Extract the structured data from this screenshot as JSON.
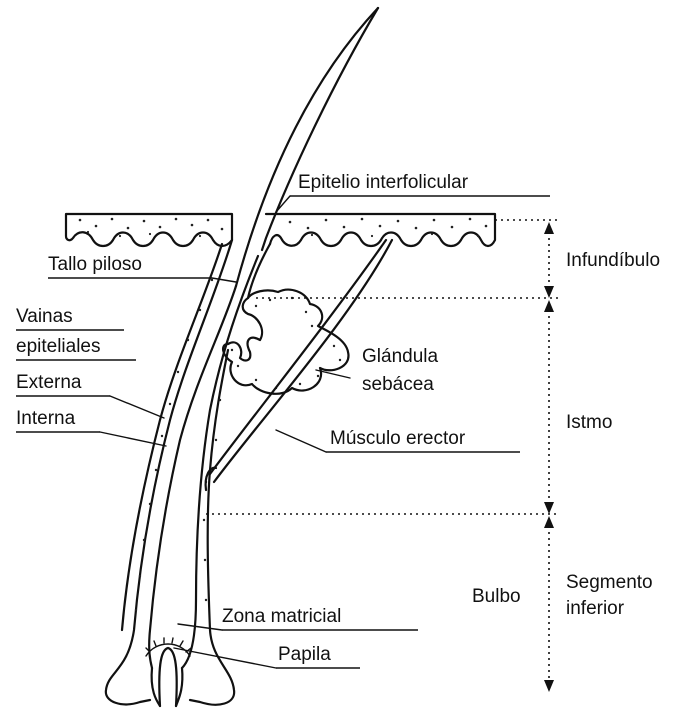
{
  "labels": {
    "epitelio": "Epitelio  interfolicular",
    "tallo": "Tallo piloso",
    "vainas_1": "Vainas",
    "vainas_2": "epiteliales",
    "externa": "Externa",
    "interna": "Interna",
    "glandula_1": "Glándula",
    "glandula_2": "sebácea",
    "musculo": "Músculo erector",
    "zona": "Zona matricial",
    "papila": "Papila",
    "infundibulo": "Infundíbulo",
    "istmo": "Istmo",
    "bulbo": "Bulbo",
    "segmento_1": "Segmento",
    "segmento_2": "inferior"
  },
  "colors": {
    "ink": "#111111",
    "background": "#ffffff"
  }
}
